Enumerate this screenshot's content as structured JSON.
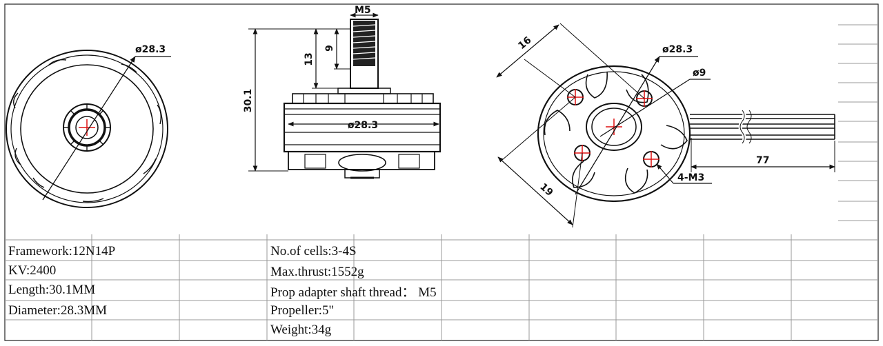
{
  "dimensions": {
    "front_diameter": "ø28.3",
    "shaft_thread": "M5",
    "shaft_len_9": "9",
    "shaft_len_13": "13",
    "overall_height": "30.1",
    "body_diameter": "ø28.3",
    "rear_diameter": "ø28.3",
    "hub_diameter": "ø9",
    "mount_spacing_16": "16",
    "mount_spacing_19": "19",
    "mount_holes": "4-M3",
    "lead_length": "77"
  },
  "specs": {
    "framework": "Framework:12N14P",
    "kv": "KV:2400",
    "length": "Length:30.1MM",
    "diameter": "Diameter:28.3MM",
    "cells": "No.of cells:3-4S",
    "thrust": "Max.thrust:1552g",
    "prop_adapter": "Prop adapter shaft thread： M5",
    "propeller": "Propeller:5\"",
    "weight": "Weight:34g"
  }
}
